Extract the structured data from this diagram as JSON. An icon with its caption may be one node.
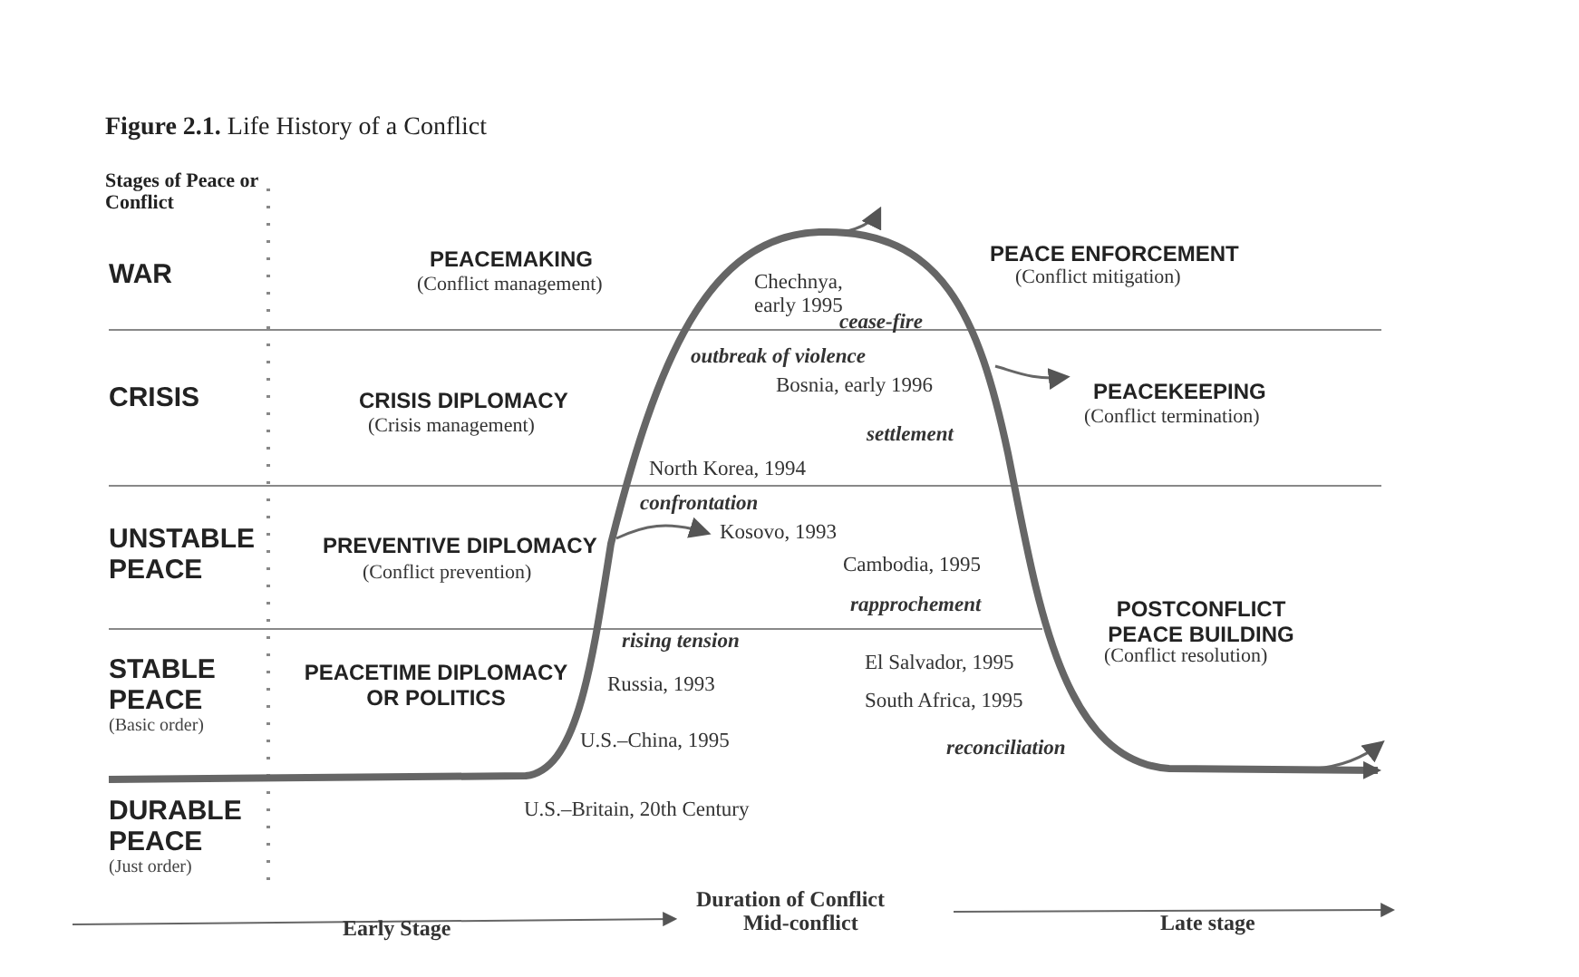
{
  "diagram": {
    "title": "**Figure 2.1.** Life History of a Conflict",
    "labels": [
      "Stages of Peace or Conflict",
      "WAR",
      "PEACEMAKING",
      "(Conflict management)",
      "Chechnya, early 1995",
      "PEACE ENFORCEMENT",
      "(Conflict mitigation)",
      "cease-fire",
      "CRISIS",
      "outbreak of violence",
      "Bosnia, early 1996",
      "CRISIS DIPLOMACY",
      "(Crisis management)",
      "PEACEKEEPING",
      "(Conflict termination)",
      "settlement",
      "North Korea, 1994",
      "confrontation",
      "UNSTABLE PEACE",
      "PREVENTIVE DIPLOMACY",
      "(Conflict prevention)",
      "Kosovo, 1993",
      "Cambodia, 1995",
      "rapprochement",
      "POSTCONFLICT PEACE BUILDING",
      "(Conflict resolution)",
      "rising tension",
      "STABLE PEACE",
      "(Basic order)",
      "PEACETIME DIPLOMACY OR POLITICS",
      "El Salvador, 1995",
      "Russia, 1993",
      "South Africa, 1995",
      "U.S.–China, 1995",
      "reconciliation",
      "DURABLE PEACE",
      "(Just order)",
      "U.S.–Britain, 20th Century",
      "Duration of Conflict",
      "Early Stage",
      "Mid-conflict",
      "Late stage"
    ]
  }
}
